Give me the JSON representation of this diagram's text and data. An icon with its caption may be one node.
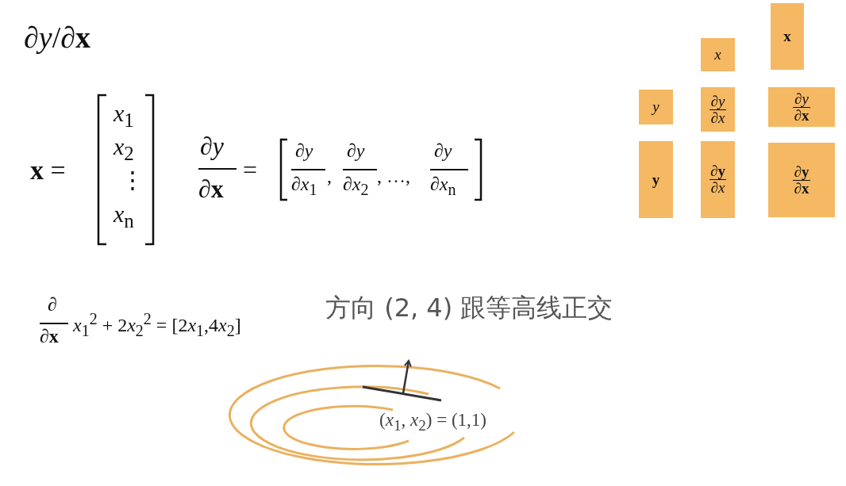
{
  "diagram": {
    "title": "∂*y*/∂**x**",
    "nodes": [
      {
        "text": [
          "*x*"
        ]
      },
      {
        "text": [
          "**x**"
        ]
      },
      {
        "text": [
          "*y*"
        ]
      },
      {
        "text": [
          "∂*y*",
          "∂*x*"
        ]
      },
      {
        "text": [
          "∂*y*",
          "∂**x**"
        ]
      },
      {
        "text": [
          "**y**"
        ]
      },
      {
        "text": [
          "∂**y**",
          "∂*x*"
        ]
      },
      {
        "text": [
          "∂**y**",
          "∂**x**"
        ]
      }
    ],
    "edges": [],
    "labels": [
      "**x** =",
      "*x*$_{1}$",
      "*x*$_{2}$",
      "⋮",
      "*x*$_{n}$",
      "∂*y*",
      "∂**x**",
      "=",
      "∂*y*",
      "∂*x*$_{1}$",
      ",",
      "∂*y*",
      "∂*x*$_{2}$",
      ", …,",
      "∂*y*",
      "∂*x*$_{n}$",
      "∂",
      "∂**x**",
      "*x*$_{1}$$^{2}$ + 2",
      "*x*$_{2}$$^{2}$ = [2",
      "*x*$_{1}$,4",
      "*x*$_{2}$]",
      "方向 (2, 4) 跟等高线正交",
      "(*x*$_{1}$, *x*$_{2}$) = (1,1)"
    ]
  }
}
